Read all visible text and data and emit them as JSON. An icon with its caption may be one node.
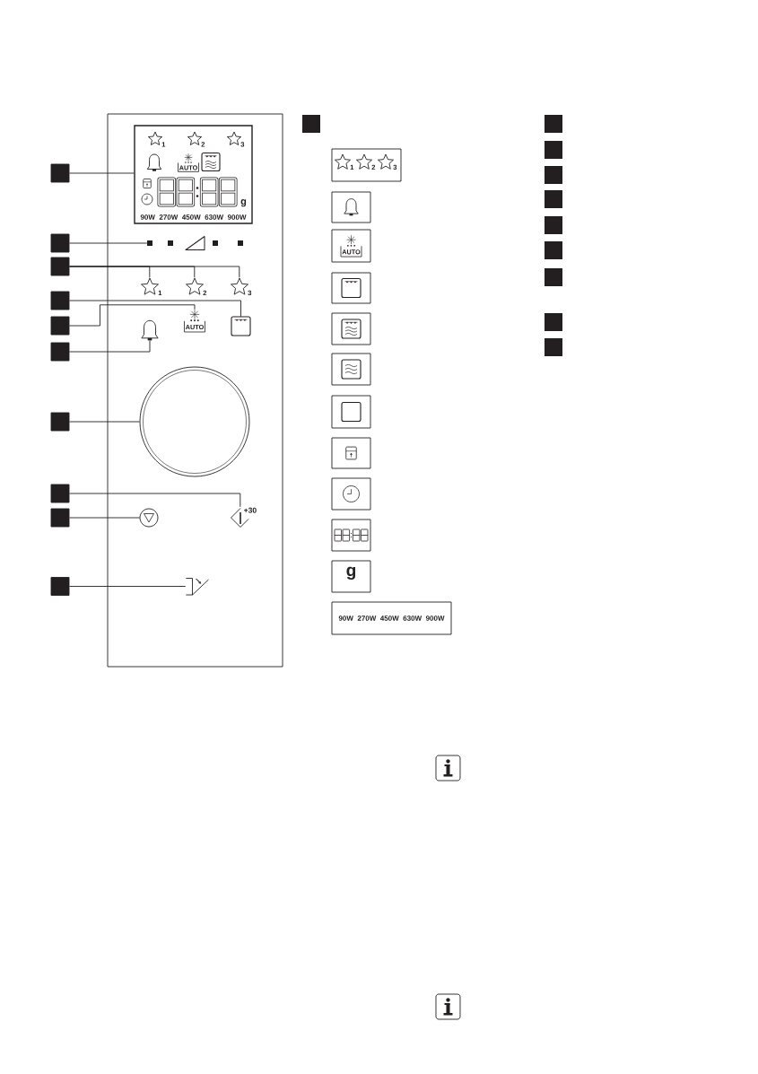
{
  "diagram": {
    "nodes": [
      {
        "text": [],
        "shape": "box"
      },
      {
        "text": [
          "1",
          "2",
          "3",
          "AUTO",
          "g",
          "90W 270W 450W 630W 900W"
        ],
        "in": 0
      },
      {
        "text": [],
        "shape": "picture",
        "in": 0
      },
      {
        "text": [
          "1"
        ],
        "in": 0
      },
      {
        "text": [
          "2"
        ],
        "in": 0
      },
      {
        "text": [
          "3"
        ],
        "in": 0
      },
      {
        "text": [],
        "shape": "picture",
        "in": 0
      },
      {
        "text": [
          "AUTO"
        ],
        "in": 0
      },
      {
        "text": [],
        "shape": "picture",
        "in": 0
      },
      {
        "text": [],
        "shape": "circle",
        "in": 0
      },
      {
        "text": [],
        "shape": "circle",
        "in": 0
      },
      {
        "text": [
          "+30"
        ],
        "in": 0
      },
      {
        "text": [],
        "shape": "picture",
        "in": 0
      },
      {
        "text": [],
        "shape": "box"
      },
      {
        "text": [],
        "shape": "box"
      },
      {
        "text": [],
        "shape": "box"
      },
      {
        "text": [],
        "shape": "box"
      },
      {
        "text": [],
        "shape": "box"
      },
      {
        "text": [],
        "shape": "box"
      },
      {
        "text": [],
        "shape": "box"
      },
      {
        "text": [],
        "shape": "box"
      },
      {
        "text": [],
        "shape": "box"
      },
      {
        "text": [],
        "shape": "box"
      },
      {
        "text": [
          "1",
          "2",
          "3"
        ]
      },
      {
        "text": [],
        "shape": "box"
      },
      {
        "text": [
          "AUTO"
        ]
      },
      {
        "text": [],
        "shape": "box"
      },
      {
        "text": [],
        "shape": "box"
      },
      {
        "text": [],
        "shape": "box"
      },
      {
        "text": [],
        "shape": "box"
      },
      {
        "text": [],
        "shape": "box"
      },
      {
        "text": [],
        "shape": "box"
      },
      {
        "text": [],
        "shape": "box"
      },
      {
        "text": [
          "g"
        ]
      },
      {
        "text": [
          "90W 270W 450W 630W 900W"
        ]
      }
    ],
    "edges": [
      {
        "from": 13,
        "to": 1,
        "arrow": "none"
      },
      {
        "from": 14,
        "to": 2,
        "arrow": "none"
      },
      {
        "from": 15,
        "to": 3,
        "arrow": "none"
      },
      {
        "from": 15,
        "to": 4,
        "arrow": "none"
      },
      {
        "from": 15,
        "to": 5,
        "arrow": "none"
      },
      {
        "from": 16,
        "to": 8,
        "arrow": "none"
      },
      {
        "from": 17,
        "to": 7,
        "arrow": "none"
      },
      {
        "from": 18,
        "to": 6,
        "arrow": "none"
      },
      {
        "from": 19,
        "to": 9,
        "arrow": "none"
      },
      {
        "from": 20,
        "to": 11,
        "arrow": "none"
      },
      {
        "from": 21,
        "to": 10,
        "arrow": "none"
      },
      {
        "from": 22,
        "to": 12,
        "arrow": "none"
      }
    ]
  }
}
